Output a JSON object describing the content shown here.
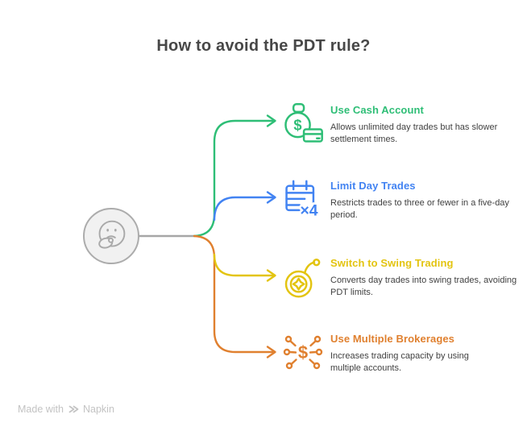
{
  "title": "How to avoid the PDT rule?",
  "center": {
    "icon": "thinking-face-icon"
  },
  "branches": [
    {
      "label": "Use Cash Account",
      "description": "Allows unlimited day trades but has slower settlement times.",
      "color": "#2EBE76",
      "icon": "cash-account-watch-icon",
      "icon_label": "$"
    },
    {
      "label": "Limit Day Trades",
      "description": "Restricts trades to three or fewer in a five-day period.",
      "color": "#4283F2",
      "icon": "calendar-icon",
      "icon_label": "×4"
    },
    {
      "label": "Switch to Swing Trading",
      "description": "Converts day trades into swing trades, avoiding PDT limits.",
      "color": "#E3C411",
      "icon": "yoyo-swing-icon",
      "icon_label": ""
    },
    {
      "label": "Use Multiple Brokerages",
      "description": "Increases trading capacity by using multiple accounts.",
      "color": "#E0802F",
      "icon": "network-dollar-icon",
      "icon_label": "$"
    }
  ],
  "connector": {
    "gray": "#A6A6A6"
  },
  "footer": {
    "prefix": "Made with",
    "brand": "Napkin"
  }
}
